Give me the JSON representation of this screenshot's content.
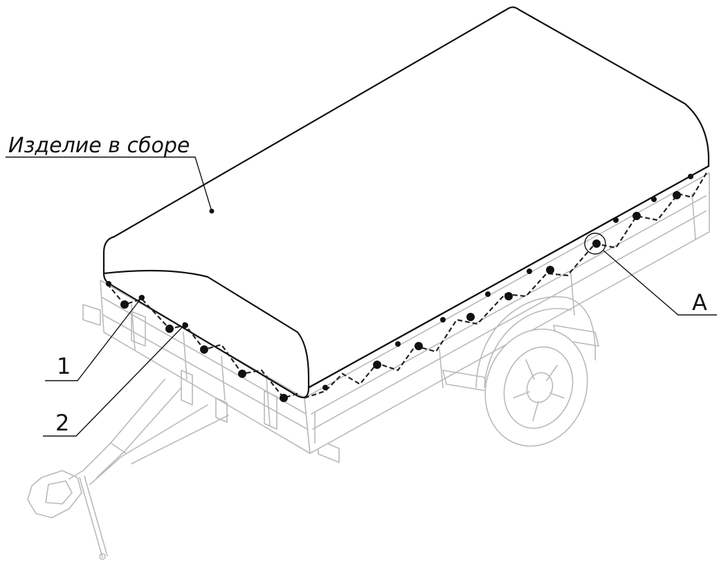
{
  "callouts": {
    "assembly_label": "Изделие в сборе",
    "item_1": "1",
    "item_2": "2",
    "view_a": "A"
  },
  "colors": {
    "outline": "#111111",
    "ghost": "#b9b9b9",
    "background": "#ffffff"
  }
}
